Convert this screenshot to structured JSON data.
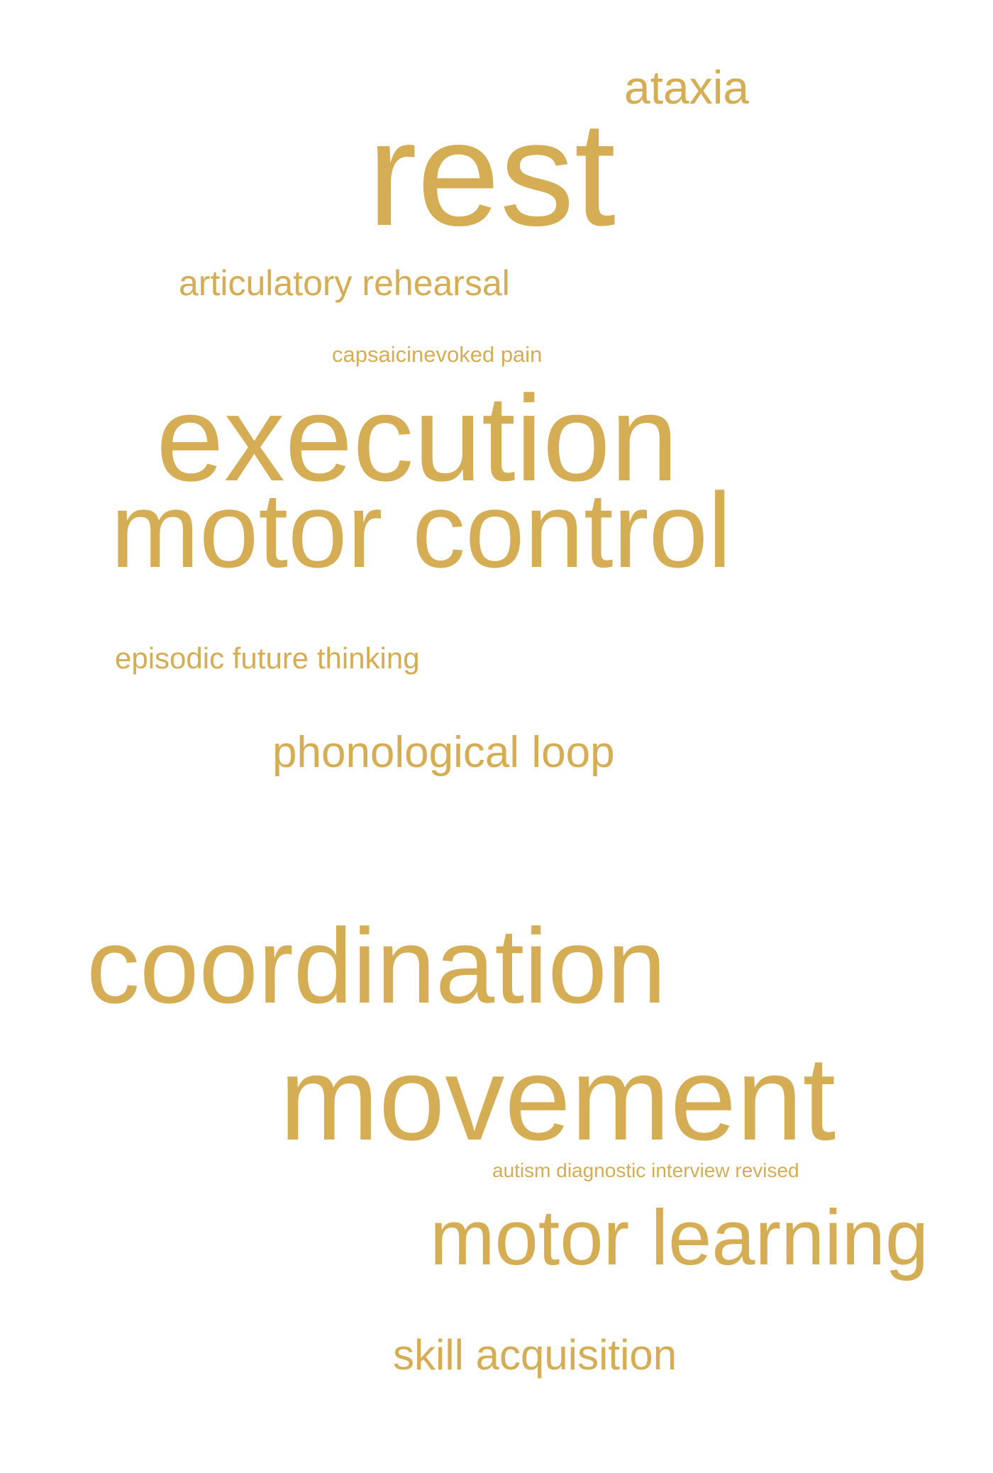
{
  "color": "#d4ad55",
  "words": {
    "ataxia": "ataxia",
    "rest": "rest",
    "articulatory_rehearsal": "articulatory rehearsal",
    "capsaicin": "capsaicinevoked pain",
    "execution": "execution",
    "motor_control": "motor control",
    "episodic": "episodic future thinking",
    "phonological_loop": "phonological loop",
    "coordination": "coordination",
    "movement": "movement",
    "autism": "autism diagnostic interview revised",
    "motor_learning": "motor learning",
    "skill_acquisition": "skill acquisition"
  }
}
